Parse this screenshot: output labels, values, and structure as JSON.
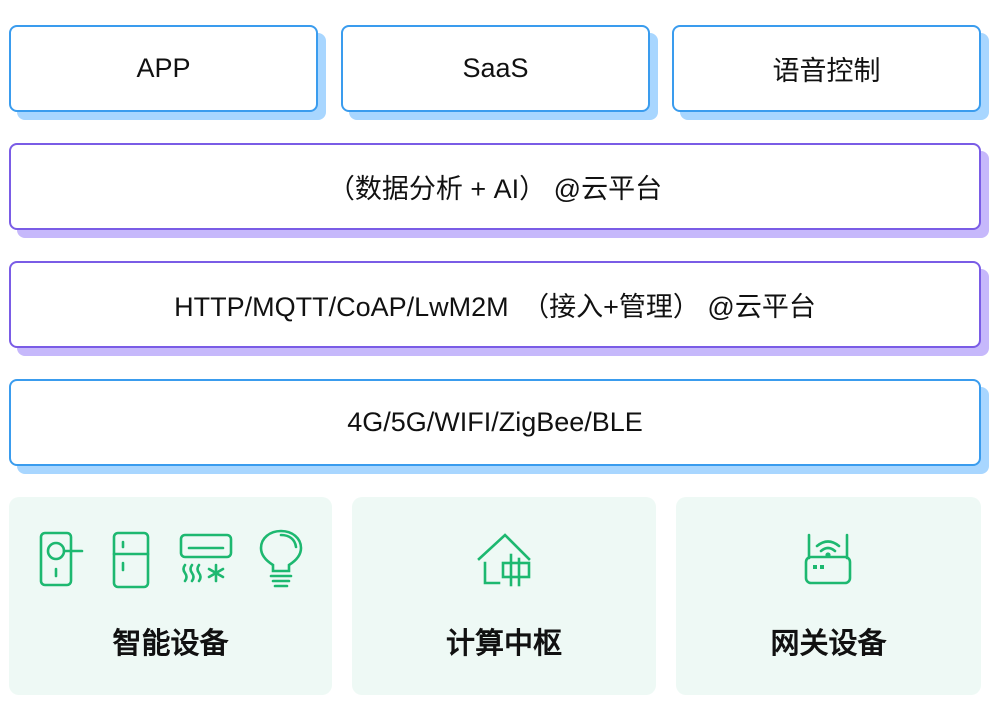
{
  "top_row": [
    {
      "label": "APP"
    },
    {
      "label": "SaaS"
    },
    {
      "label": "语音控制"
    }
  ],
  "layers": {
    "analytics": "（数据分析 + AI） @云平台",
    "protocols": "HTTP/MQTT/CoAP/LwM2M　（接入+管理） @云平台",
    "network": "4G/5G/WIFI/ZigBee/BLE"
  },
  "devices": [
    {
      "label": "智能设备",
      "icons": [
        "smart-lock-icon",
        "refrigerator-icon",
        "air-conditioner-icon",
        "light-bulb-icon"
      ]
    },
    {
      "label": "计算中枢",
      "icons": [
        "home-hub-icon"
      ]
    },
    {
      "label": "网关设备",
      "icons": [
        "router-icon"
      ]
    }
  ],
  "colors": {
    "blue_border": "#3a9cee",
    "blue_shadow": "#a8d6ff",
    "purple_border": "#7a5ce6",
    "purple_shadow": "#c6b8fb",
    "card_bg": "#eef9f5",
    "icon_green": "#1db870"
  }
}
